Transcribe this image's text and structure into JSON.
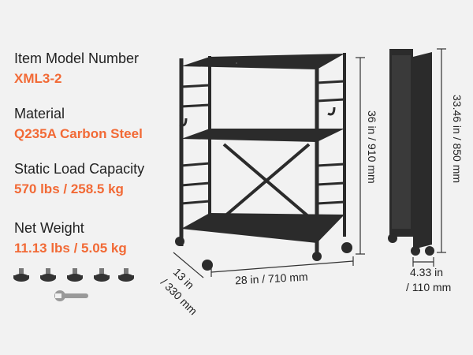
{
  "colors": {
    "accent": "#f26a36",
    "metal": "#2b2b2b",
    "background": "#f2f2f2"
  },
  "specs": [
    {
      "label": "Item Model Number",
      "value": "XML3-2"
    },
    {
      "label": "Material",
      "value": "Q235A Carbon Steel"
    },
    {
      "label": "Static Load Capacity",
      "value": "570 lbs / 258.5 kg"
    },
    {
      "label": "Net Weight",
      "value": "11.13 lbs / 5.05 kg"
    }
  ],
  "dimensions": {
    "height": "36 in / 910 mm",
    "width": "28 in / 710 mm",
    "depth_line1": "13 in",
    "depth_line2": "/ 330 mm",
    "folded_height": "33.46 in / 850 mm",
    "folded_depth_line1": "4.33 in",
    "folded_depth_line2": "/ 110 mm"
  },
  "accessories": {
    "feet_icon": "leveling-foot-icon",
    "wrench_icon": "wrench-icon"
  }
}
